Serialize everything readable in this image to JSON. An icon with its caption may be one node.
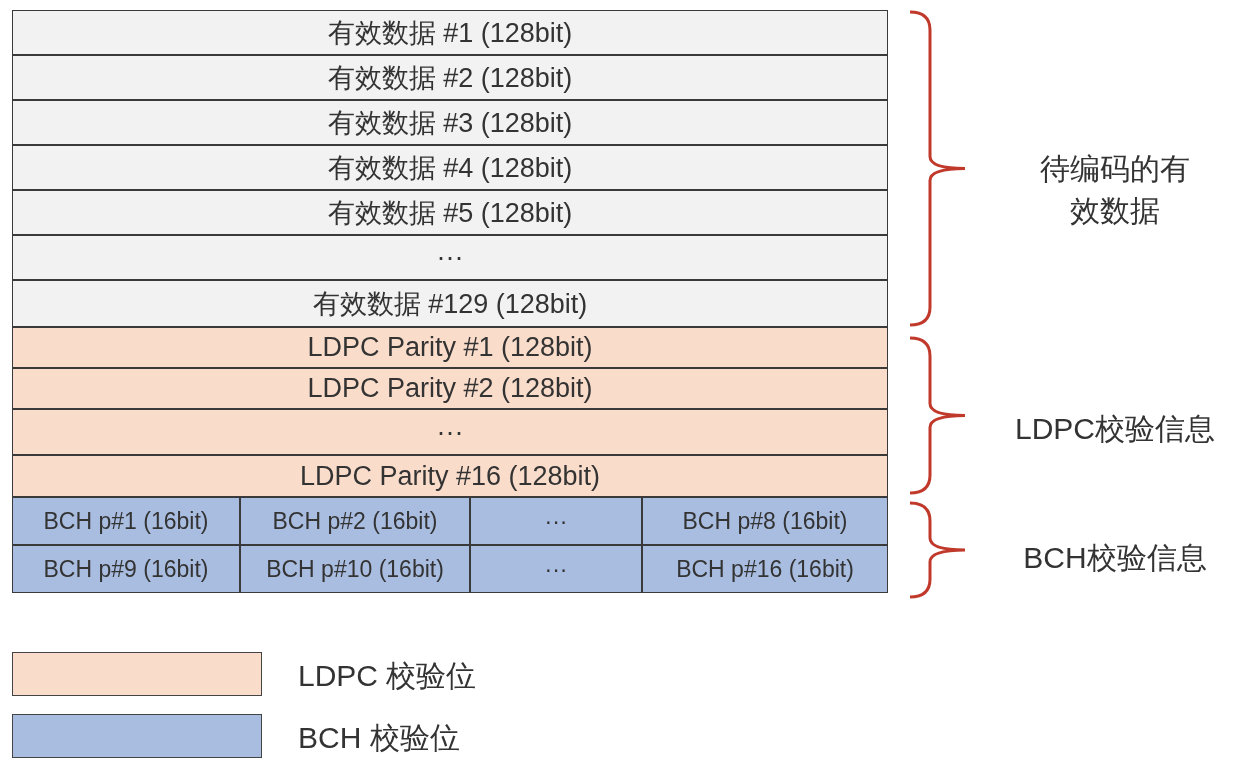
{
  "diagram": {
    "nodes": [
      {
        "text": [
          "有效数据 #1 (128bit)"
        ]
      },
      {
        "text": [
          "有效数据 #2 (128bit)"
        ]
      },
      {
        "text": [
          "有效数据 #3 (128bit)"
        ]
      },
      {
        "text": [
          "有效数据 #4 (128bit)"
        ]
      },
      {
        "text": [
          "有效数据 #5 (128bit)"
        ]
      },
      {
        "text": [
          "···"
        ]
      },
      {
        "text": [
          "有效数据 #129 (128bit)"
        ]
      },
      {
        "text": [
          "LDPC Parity #1 (128bit)"
        ]
      },
      {
        "text": [
          "LDPC Parity #2 (128bit)"
        ]
      },
      {
        "text": [
          "···"
        ]
      },
      {
        "text": [
          "LDPC Parity #16 (128bit)"
        ]
      },
      {
        "text": [
          "BCH p#1 (16bit)"
        ]
      },
      {
        "text": [
          "BCH p#2 (16bit)"
        ]
      },
      {
        "text": [
          "···"
        ]
      },
      {
        "text": [
          "BCH p#8 (16bit)"
        ]
      },
      {
        "text": [
          "BCH p#9 (16bit)"
        ]
      },
      {
        "text": [
          "BCH p#10 (16bit)"
        ]
      },
      {
        "text": [
          "···"
        ]
      },
      {
        "text": [
          "BCH p#16 (16bit)"
        ]
      }
    ],
    "labels": [
      "待编码的有效数据",
      "LDPC校验信息",
      "BCH校验信息"
    ],
    "legend": [
      {
        "text": "LDPC 校验位",
        "color": "#fadccb"
      },
      {
        "text": "BCH 校验位",
        "color": "#a9bde0"
      }
    ]
  }
}
